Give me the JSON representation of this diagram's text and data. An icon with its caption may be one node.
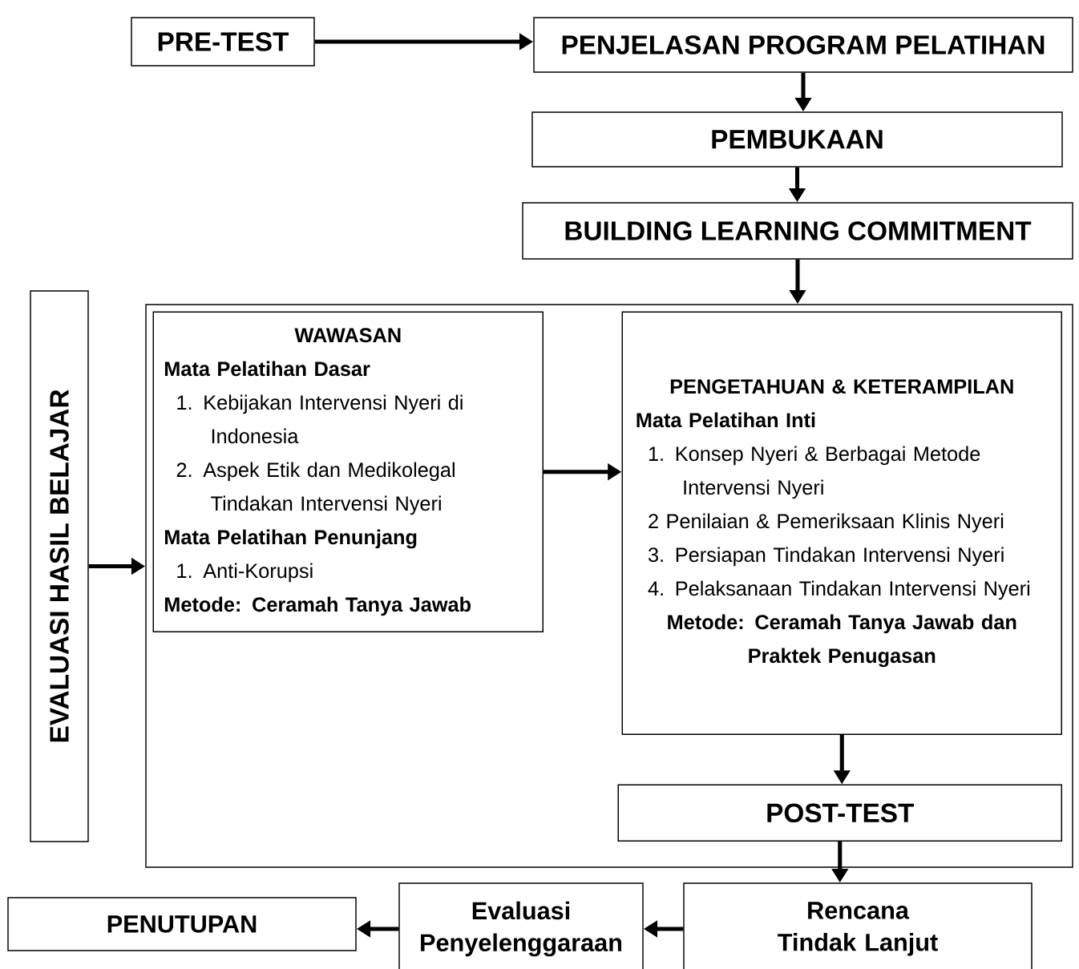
{
  "diagram": {
    "nodes": [
      {
        "text": [
          "PRE-TEST"
        ]
      },
      {
        "text": [
          "PENJELASAN PROGRAM PELATIHAN"
        ]
      },
      {
        "text": [
          "PEMBUKAAN"
        ]
      },
      {
        "text": [
          "BUILDING LEARNING COMMITMENT"
        ]
      },
      {
        "text": [
          "EVALUASI HASIL BELAJAR"
        ]
      },
      {
        "text": [],
        "shape": "box"
      },
      {
        "text": [
          "WAWASAN",
          "Mata Pelatihan Dasar",
          "1. Kebijakan Intervensi Nyeri di Indonesia",
          "2. Aspek Etik dan Medikolegal Tindakan Intervensi Nyeri",
          "Mata Pelatihan Penunjang",
          "1. Anti-Korupsi",
          "Metode: Ceramah Tanya Jawab"
        ],
        "in": 5
      },
      {
        "text": [
          "PENGETAHUAN & KETERAMPILAN",
          "Mata Pelatihan Inti",
          "1. Konsep Nyeri & Berbagai Metode Intervensi Nyeri",
          "2  Penilaian & Pemeriksaan Klinis Nyeri",
          "3. Persiapan Tindakan Intervensi Nyeri",
          "4. Pelaksanaan Tindakan Intervensi Nyeri",
          "Metode: Ceramah Tanya Jawab dan Praktek Penugasan"
        ],
        "in": 5
      },
      {
        "text": [
          "POST-TEST"
        ],
        "in": 5
      },
      {
        "text": [
          "Rencana Tindak Lanjut"
        ]
      },
      {
        "text": [
          "Evaluasi Penyelenggaraan"
        ]
      },
      {
        "text": [
          "PENUTUPAN"
        ]
      }
    ],
    "edges": [
      {
        "from": 0,
        "to": 1,
        "arrow": "to"
      },
      {
        "from": 1,
        "to": 2,
        "arrow": "to"
      },
      {
        "from": 2,
        "to": 3,
        "arrow": "to"
      },
      {
        "from": 3,
        "to": 5,
        "arrow": "to"
      },
      {
        "from": 4,
        "to": 5,
        "arrow": "to"
      },
      {
        "from": 6,
        "to": 7,
        "arrow": "to"
      },
      {
        "from": 7,
        "to": 8,
        "arrow": "to"
      },
      {
        "from": 8,
        "to": 9,
        "arrow": "to"
      },
      {
        "from": 9,
        "to": 10,
        "arrow": "to"
      },
      {
        "from": 10,
        "to": 11,
        "arrow": "to"
      }
    ]
  }
}
